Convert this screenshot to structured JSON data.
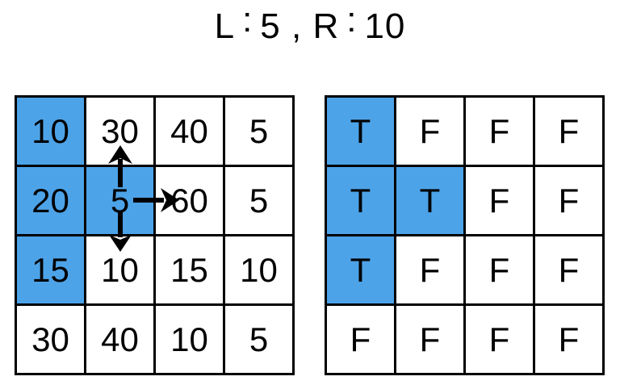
{
  "title": {
    "text": "L : 5 , R : 10",
    "parts": [
      {
        "text": "L",
        "raised": false
      },
      {
        "text": ":",
        "raised": true
      },
      {
        "text": "5 , R",
        "raised": false
      },
      {
        "text": ":",
        "raised": true
      },
      {
        "text": "10",
        "raised": false
      }
    ]
  },
  "left_grid": {
    "label": "value-grid",
    "rows": [
      [
        "10",
        "30",
        "40",
        "5"
      ],
      [
        "20",
        "5",
        "60",
        "5"
      ],
      [
        "15",
        "10",
        "15",
        "10"
      ],
      [
        "30",
        "40",
        "10",
        "5"
      ]
    ],
    "highlighted_cells": [
      [
        0,
        0
      ],
      [
        1,
        0
      ],
      [
        1,
        1
      ],
      [
        2,
        0
      ]
    ]
  },
  "right_grid": {
    "label": "boolean-grid",
    "rows": [
      [
        "T",
        "F",
        "F",
        "F"
      ],
      [
        "T",
        "T",
        "F",
        "F"
      ],
      [
        "T",
        "F",
        "F",
        "F"
      ],
      [
        "F",
        "F",
        "F",
        "F"
      ]
    ],
    "highlighted_cells": [
      [
        0,
        0
      ],
      [
        1,
        0
      ],
      [
        1,
        1
      ],
      [
        2,
        0
      ]
    ]
  },
  "arrows": [
    {
      "direction": "up",
      "from_value": "5",
      "to_value": "30"
    },
    {
      "direction": "right",
      "from_value": "5",
      "to_value": "60"
    },
    {
      "direction": "down",
      "from_value": "5",
      "to_value": "10"
    }
  ],
  "colors": {
    "highlight": "#4DA3E8",
    "grid_border": "#000000",
    "text": "#000000",
    "background": "#ffffff",
    "arrow": "#000000"
  }
}
